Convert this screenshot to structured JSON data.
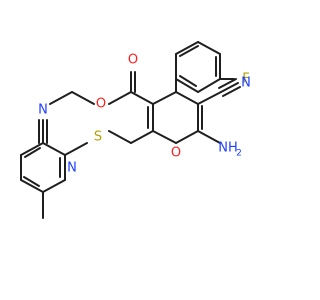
{
  "molecule": {
    "atom_labels": {
      "fluoro": "F",
      "nitrile_top": "N",
      "amine": "NH",
      "amine_subscript": "2",
      "ester_o_ketone": "O",
      "ester_o_ether": "O",
      "pyran_o": "O",
      "sulfur": "S",
      "nitrile_bottom": "N",
      "pyridine_n": "N"
    },
    "colors": {
      "carbon": "#1f1f1f",
      "nitrogen": "#1f3fff",
      "oxygen": "#ff1f1f",
      "fluorine": "#b2a300",
      "sulfur": "#b2a300"
    }
  }
}
